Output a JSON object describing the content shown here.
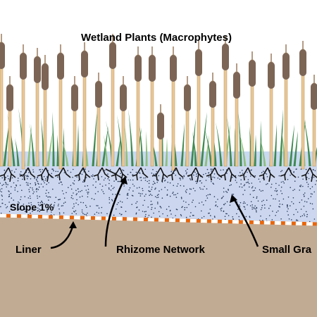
{
  "title": "Wetland Plants (Macrophytes)",
  "labels": {
    "slope": "Slope 1%",
    "liner": "Liner",
    "rhizome": "Rhizome Network",
    "gravel": "Small Gra"
  },
  "colors": {
    "sky": "#ffffff",
    "water": "#c9d9f2",
    "gravel": "#ccd7ef",
    "gravel_dot": "#2a3a5a",
    "soil": "#c2ab93",
    "liner_orange": "#e8660c",
    "cattail_head": "#7d6555",
    "stalk": "#e9c795",
    "leaf": "#3f8a4f",
    "leaf_light": "#8fbf7c",
    "root": "#141414"
  },
  "icons": {
    "plant": "cattail-plant-icon",
    "root": "root-icon",
    "arrow": "callout-arrow-icon"
  }
}
